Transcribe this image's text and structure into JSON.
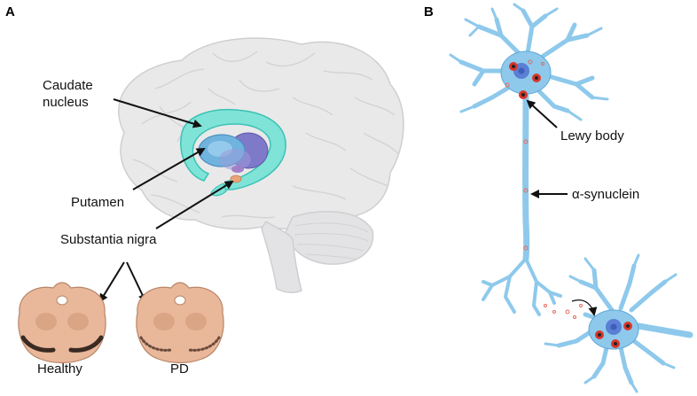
{
  "panels": {
    "a": {
      "letter": "A",
      "caudate_label": "Caudate\nnucleus",
      "putamen_label": "Putamen",
      "substantia_label": "Substantia nigra",
      "healthy_label": "Healthy",
      "pd_label": "PD"
    },
    "b": {
      "letter": "B",
      "lewy_label": "Lewy body",
      "synuclein_label": "α-synuclein"
    }
  },
  "colors": {
    "brain_fill": "#e9e9ea",
    "brain_stroke": "#cfcfd1",
    "caudate": "#7fe3d8",
    "caudate_stroke": "#3cc2b4",
    "putamen": "#6fb3de",
    "globus": "#7f79c9",
    "neuron": "#8ec9ec",
    "neuron_stroke": "#5ea9d6",
    "nucleus": "#5b7fd4",
    "lewy_red": "#d8362b",
    "midbrain": "#e9b79a",
    "midbrain_stroke": "#b88668"
  }
}
